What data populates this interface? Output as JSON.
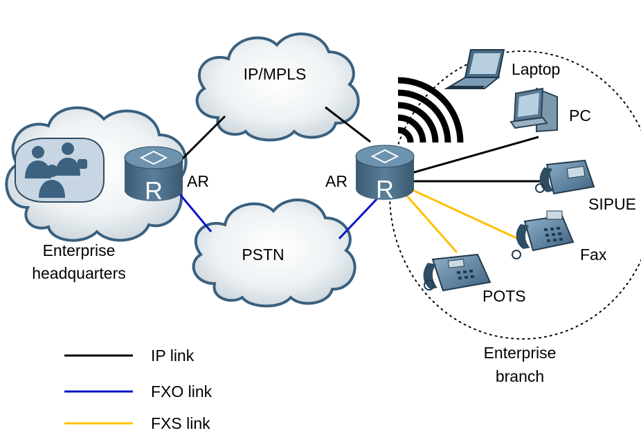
{
  "nodes": {
    "hq_router": "AR",
    "branch_router": "AR",
    "ip_mpls": "IP/MPLS",
    "pstn": "PSTN",
    "hq_line1": "Enterprise",
    "hq_line2": "headquarters",
    "branch_line1": "Enterprise",
    "branch_line2": "branch",
    "laptop": "Laptop",
    "pc": "PC",
    "sipue": "SIPUE",
    "fax": "Fax",
    "pots": "POTS"
  },
  "legend": [
    {
      "label": "IP link",
      "color": "#000000"
    },
    {
      "label": "FXO link",
      "color": "#0a14c8"
    },
    {
      "label": "FXS link",
      "color": "#ffc000"
    }
  ],
  "colors": {
    "router_body": "#4a6c86",
    "cloud_fill": "#e7ecef",
    "cloud_stroke": "#39607f",
    "wifi": "#000000"
  },
  "icons": [
    "router-icon",
    "cloud-icon",
    "users-icon",
    "wifi-icon",
    "laptop-icon",
    "pc-icon",
    "ip-phone-icon",
    "fax-icon",
    "phone-icon"
  ]
}
